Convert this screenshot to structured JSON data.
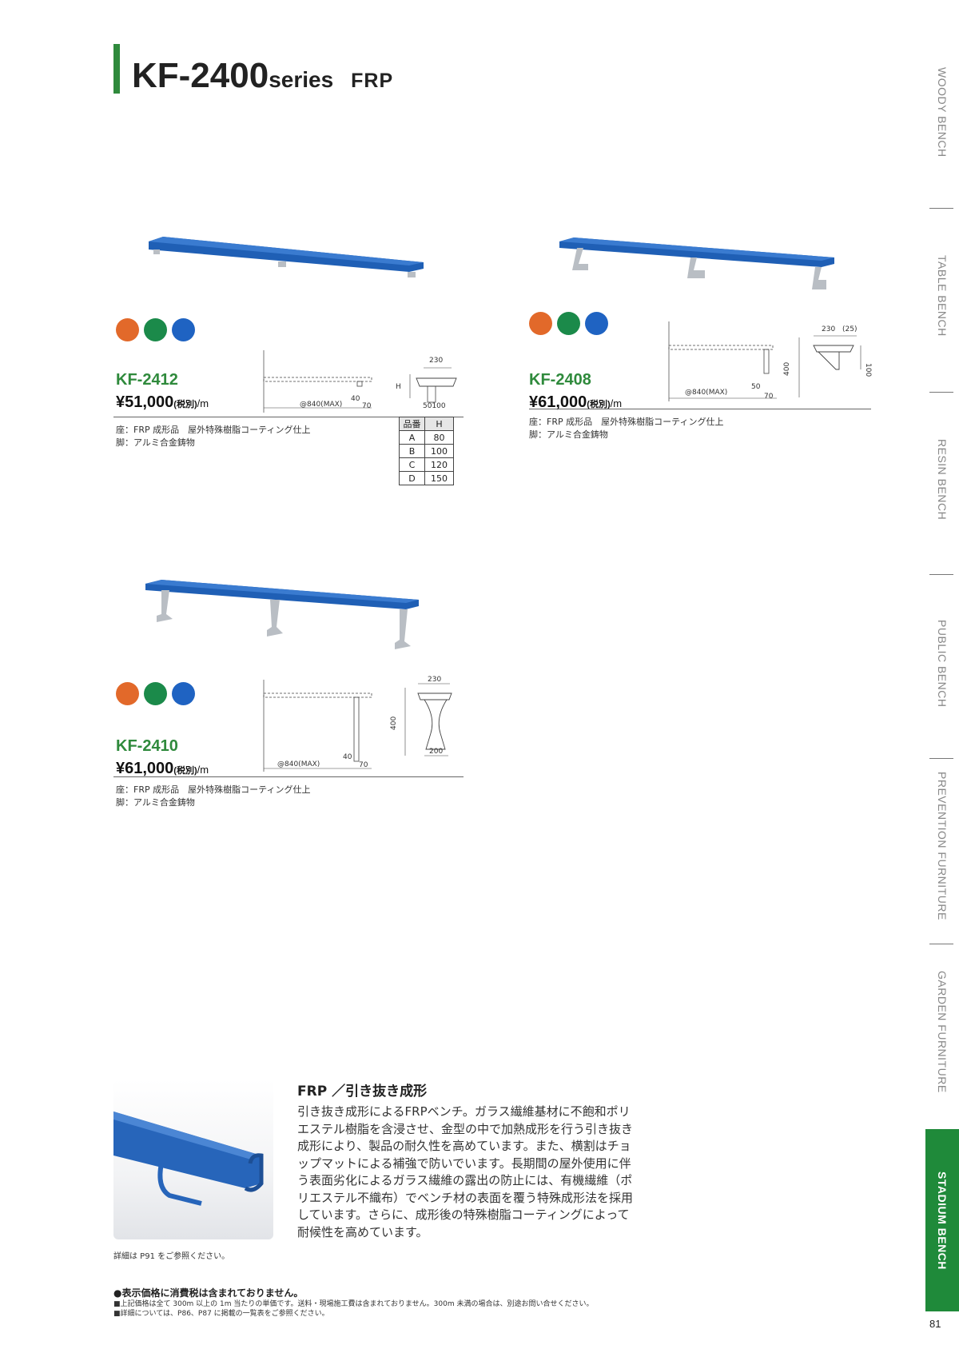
{
  "header": {
    "model": "KF-2400",
    "series": "series",
    "material": "FRP"
  },
  "colors": {
    "accent_green": "#2f8a3c",
    "bench_blue": "#1f5fb5",
    "leg_silver": "#b9bec4",
    "swatch_orange": "#e2692a",
    "swatch_green": "#1b8a4a",
    "swatch_blue": "#1f63c2"
  },
  "products": [
    {
      "code": "KF-2412",
      "price": "¥51,000",
      "tax": "(税別)",
      "unit": "/m",
      "spec": [
        "座：FRP 成形品　屋外特殊樹脂コーティング仕上",
        "脚：アルミ合金鋳物"
      ],
      "dims": {
        "pitch": "@840(MAX)",
        "d1": "40",
        "d2": "70",
        "width": "230",
        "height": "H",
        "base": "50100"
      }
    },
    {
      "code": "KF-2408",
      "price": "¥61,000",
      "tax": "(税別)",
      "unit": "/m",
      "spec": [
        "座：FRP 成形品　屋外特殊樹脂コーティング仕上",
        "脚：アルミ合金鋳物"
      ],
      "dims": {
        "pitch": "@840(MAX)",
        "d1": "50",
        "d2": "70",
        "width": "230",
        "offset": "(25)",
        "height": "400",
        "bracket": "100"
      }
    },
    {
      "code": "KF-2410",
      "price": "¥61,000",
      "tax": "(税別)",
      "unit": "/m",
      "spec": [
        "座：FRP 成形品　屋外特殊樹脂コーティング仕上",
        "脚：アルミ合金鋳物"
      ],
      "dims": {
        "pitch": "@840(MAX)",
        "d1": "40",
        "d2": "70",
        "width": "230",
        "height": "400",
        "base": "200"
      }
    }
  ],
  "height_table": {
    "headers": [
      "品番",
      "H"
    ],
    "rows": [
      [
        "A",
        "80"
      ],
      [
        "B",
        "100"
      ],
      [
        "C",
        "120"
      ],
      [
        "D",
        "150"
      ]
    ]
  },
  "frp_section": {
    "heading": "FRP ／引き抜き成形",
    "body": "引き抜き成形によるFRPベンチ。ガラス繊維基材に不飽和ポリエステル樹脂を含浸させ、金型の中で加熱成形を行う引き抜き成形により、製品の耐久性を高めています。また、横割はチョップマットによる補強で防いでいます。長期間の屋外使用に伴う表面劣化によるガラス繊維の露出の防止には、有機繊維（ポリエステル不織布）でベンチ材の表面を覆う特殊成形法を採用しています。さらに、成形後の特殊樹脂コーティングによって耐候性を高めています。",
    "ref": "詳細は P91 をご参照ください。"
  },
  "notes": {
    "heading": "●表示価格に消費税は含まれておりません。",
    "lines": [
      "■上記価格は全て 300m 以上の 1m 当たりの単価です。送料・現場施工費は含まれておりません。300m 未満の場合は、別途お問い合せください。",
      "■詳細については、P86、P87 に掲載の一覧表をご参照ください。"
    ]
  },
  "side_nav": [
    {
      "label": "WOODY BENCH",
      "active": false
    },
    {
      "label": "TABLE BENCH",
      "active": false
    },
    {
      "label": "RESIN BENCH",
      "active": false
    },
    {
      "label": "PUBLIC BENCH",
      "active": false
    },
    {
      "label": "PREVENTION FURNITURE",
      "active": false
    },
    {
      "label": "GARDEN FURNITURE",
      "active": false
    },
    {
      "label": "STADIUM BENCH",
      "active": true
    }
  ],
  "page_number": "81"
}
